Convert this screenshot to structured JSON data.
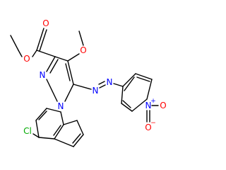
{
  "colors": {
    "bond": "#000000",
    "oxygen": "#ff0000",
    "nitrogen": "#0000ff",
    "chlorine": "#00aa00",
    "carbon_text": "#000000"
  },
  "atoms": {
    "ester_carbonyl_o": "O",
    "ester_ether_o": "O",
    "methoxy_o": "O",
    "pyrazole_n2": "N",
    "pyrazole_n1": "N",
    "azo_n_a": "N",
    "azo_n_b": "N",
    "nitro_n": "N",
    "nitro_n_charge": "+",
    "nitro_o_top": "O",
    "nitro_o_bottom": "O",
    "nitro_o_bottom_charge": "−",
    "chlorine": "Cl"
  }
}
